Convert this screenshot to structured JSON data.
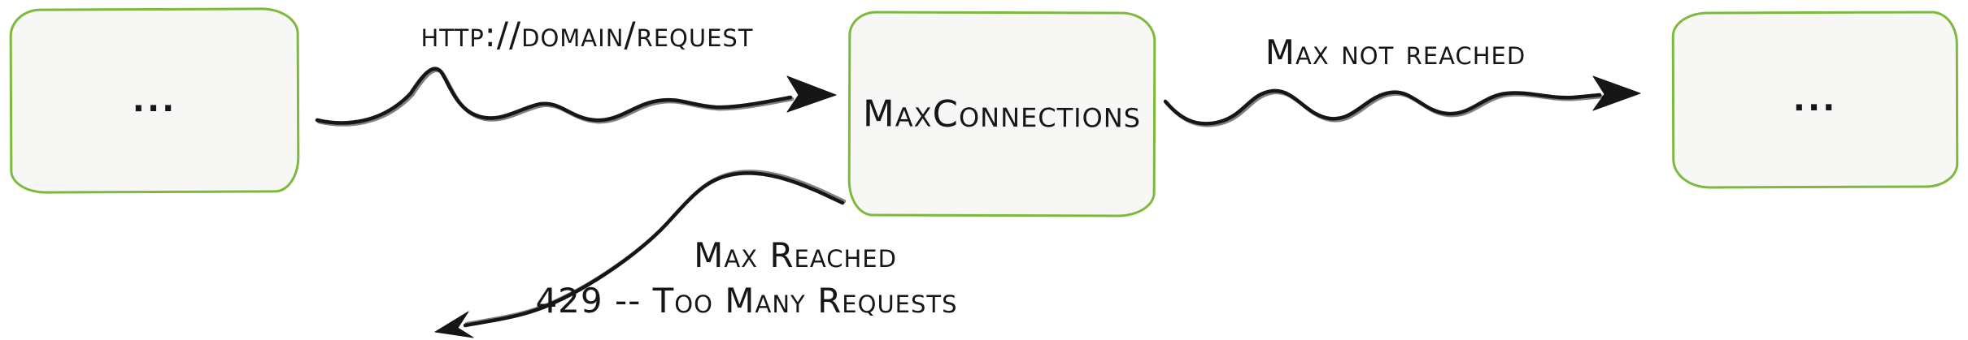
{
  "diagram": {
    "nodes": {
      "source": {
        "label": "..."
      },
      "gateway": {
        "label": "MaxConnections"
      },
      "target": {
        "label": "..."
      }
    },
    "edges": {
      "request": {
        "label": "http://domain/request"
      },
      "max_not_reached": {
        "label": "Max not reached"
      },
      "max_reached": {
        "label": "Max Reached",
        "sublabel": "429 -- Too Many Requests"
      }
    },
    "colors": {
      "node_border": "#7cb93c",
      "node_fill": "#f7f7f6",
      "ink": "#161616",
      "background": "#ffffff"
    }
  }
}
